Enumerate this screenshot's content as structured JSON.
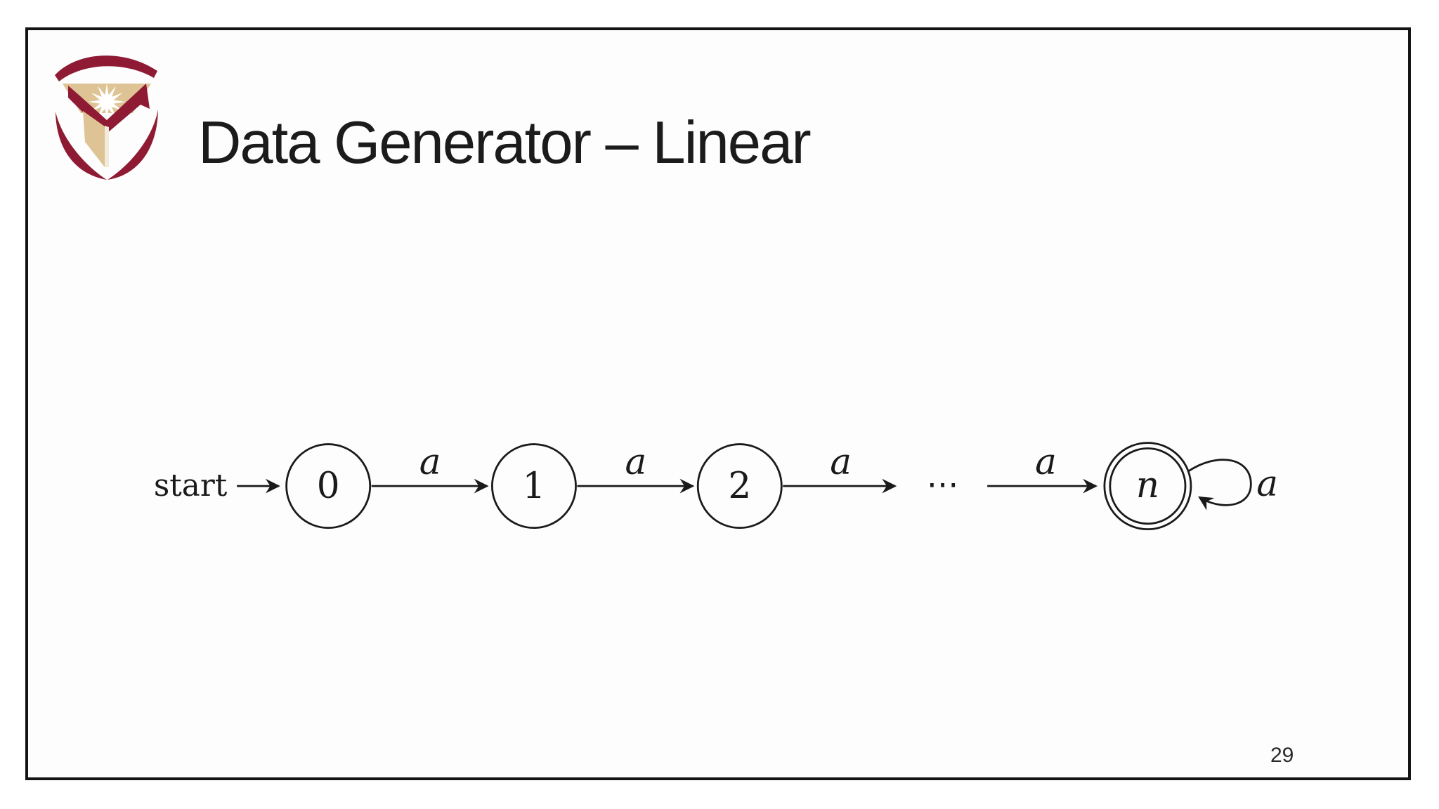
{
  "slide": {
    "title": "Data Generator – Linear",
    "page_number": "29"
  },
  "logo": {
    "name": "shield-book-sunburst-emblem",
    "colors": {
      "maroon": "#8E1B33",
      "tan": "#DEC394",
      "cream": "#F2EADA"
    }
  },
  "automaton": {
    "type": "finite-state-machine",
    "start_label": "start",
    "ellipsis": "⋯",
    "states": [
      {
        "label": "0",
        "accepting": false
      },
      {
        "label": "1",
        "accepting": false
      },
      {
        "label": "2",
        "accepting": false
      },
      {
        "label": "n",
        "accepting": true
      }
    ],
    "transitions": [
      {
        "from": "start",
        "to": "0",
        "label": ""
      },
      {
        "from": "0",
        "to": "1",
        "label": "a"
      },
      {
        "from": "1",
        "to": "2",
        "label": "a"
      },
      {
        "from": "2",
        "to": "⋯",
        "label": "a"
      },
      {
        "from": "⋯",
        "to": "n",
        "label": "a"
      },
      {
        "from": "n",
        "to": "n",
        "label": "a"
      }
    ]
  }
}
